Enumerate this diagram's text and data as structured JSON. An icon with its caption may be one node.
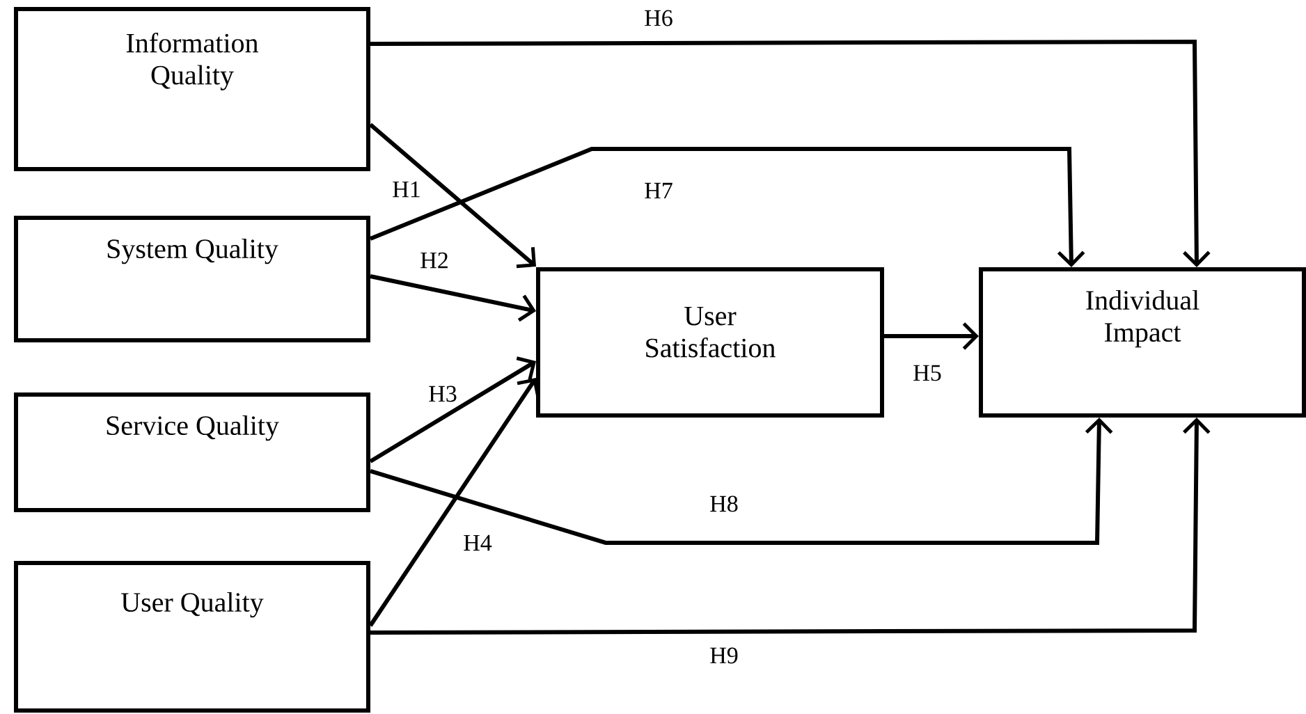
{
  "diagram": {
    "nodes": [
      {
        "text": [
          "Information Quality"
        ]
      },
      {
        "text": [
          "System Quality"
        ]
      },
      {
        "text": [
          "Service Quality"
        ]
      },
      {
        "text": [
          "User Quality"
        ]
      },
      {
        "text": [
          "User Satisfaction"
        ]
      },
      {
        "text": [
          "Individual Impact"
        ]
      }
    ],
    "edges": [
      {
        "from": 0,
        "to": 4,
        "arrow": "to",
        "label": "H1"
      },
      {
        "from": 1,
        "to": 4,
        "arrow": "to",
        "label": "H2"
      },
      {
        "from": 2,
        "to": 4,
        "arrow": "to",
        "label": "H3"
      },
      {
        "from": 3,
        "to": 4,
        "arrow": "to",
        "label": "H4"
      },
      {
        "from": 4,
        "to": 5,
        "arrow": "to",
        "label": "H5"
      },
      {
        "from": 0,
        "to": 5,
        "arrow": "to",
        "label": "H6"
      },
      {
        "from": 1,
        "to": 5,
        "arrow": "to",
        "label": "H7"
      },
      {
        "from": 2,
        "to": 5,
        "arrow": "to",
        "label": "H8"
      },
      {
        "from": 3,
        "to": 5,
        "arrow": "to",
        "label": "H9"
      }
    ]
  }
}
